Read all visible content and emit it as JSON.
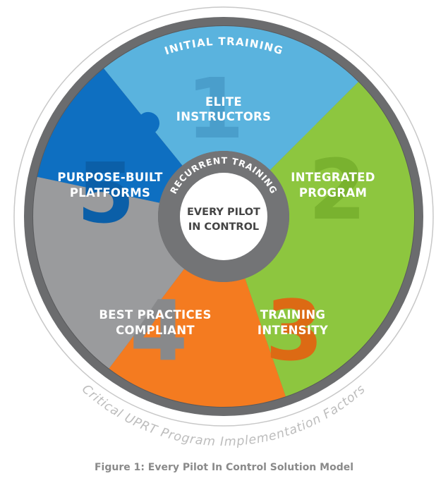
{
  "outer_ring_label": "INITIAL TRAINING",
  "inner_ring_label": "RECURRENT TRAINING",
  "center": {
    "line1": "EVERY PILOT",
    "line2": "IN CONTROL"
  },
  "segments": [
    {
      "number": "1",
      "line1": "ELITE",
      "line2": "INSTRUCTORS",
      "color": "#5ab3de",
      "number_color": "#4a9ecb"
    },
    {
      "number": "2",
      "line1": "INTEGRATED",
      "line2": "PROGRAM",
      "color": "#8dc63f",
      "number_color": "#79b22f"
    },
    {
      "number": "3",
      "line1": "TRAINING",
      "line2": "INTENSITY",
      "color": "#f47b20",
      "number_color": "#dc6a14"
    },
    {
      "number": "4",
      "line1": "BEST PRACTICES",
      "line2": "COMPLIANT",
      "color": "#9a9b9d",
      "number_color": "#88898b"
    },
    {
      "number": "5",
      "line1": "PURPOSE-BUILT",
      "line2": "PLATFORMS",
      "color": "#0e6fc1",
      "number_color": "#0b5fa8"
    }
  ],
  "outer_arc_label": "Critical UPRT Program Implementation Factors",
  "caption": "Figure 1: Every Pilot In Control Solution Model",
  "colors": {
    "ring_gray": "#6b6c6e",
    "inner_ring_gray": "#737476",
    "thin_ring": "#c8c8c8",
    "center_fill": "#ffffff"
  }
}
